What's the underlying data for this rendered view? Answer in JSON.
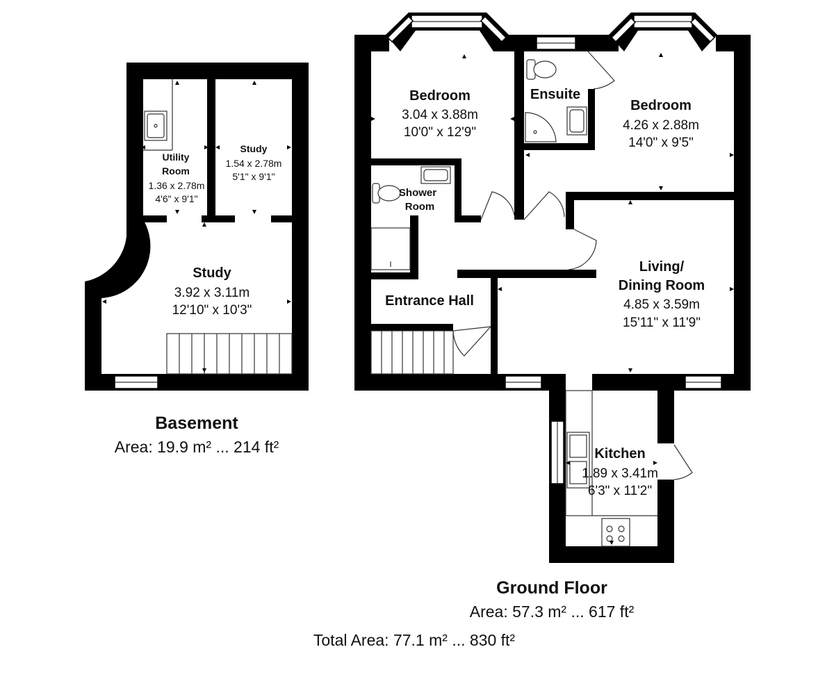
{
  "basement": {
    "rooms": [
      {
        "name_lines": [
          "Utility",
          "Room"
        ],
        "metric": "1.36 x 2.78m",
        "imperial": "4'6\" x 9'1\""
      },
      {
        "name_lines": [
          "Study"
        ],
        "metric": "1.54 x 2.78m",
        "imperial": "5'1\" x 9'1\""
      },
      {
        "name_lines": [
          "Study"
        ],
        "metric": "3.92 x 3.11m",
        "imperial": "12'10\" x 10'3\""
      }
    ],
    "caption": {
      "title": "Basement",
      "area": "Area: 19.9 m² ... 214 ft²"
    }
  },
  "ground_floor": {
    "rooms": [
      {
        "name_lines": [
          "Bedroom"
        ],
        "metric": "3.04 x 3.88m",
        "imperial": "10'0\" x 12'9\""
      },
      {
        "name_lines": [
          "Ensuite"
        ]
      },
      {
        "name_lines": [
          "Bedroom"
        ],
        "metric": "4.26 x 2.88m",
        "imperial": "14'0\" x 9'5\""
      },
      {
        "name_lines": [
          "Shower",
          "Room"
        ]
      },
      {
        "name_lines": [
          "Entrance Hall"
        ]
      },
      {
        "name_lines": [
          "Living/",
          "Dining Room"
        ],
        "metric": "4.85 x 3.59m",
        "imperial": "15'11\" x 11'9\""
      },
      {
        "name_lines": [
          "Kitchen"
        ],
        "metric": "1.89 x 3.41m",
        "imperial": "6'3\" x 11'2\""
      }
    ],
    "caption": {
      "title": "Ground Floor",
      "area": "Area: 57.3 m² ... 617 ft²"
    }
  },
  "total_area": "Total Area: 77.1 m² ... 830 ft²",
  "colors": {
    "wall": "#000000",
    "background": "#ffffff"
  }
}
